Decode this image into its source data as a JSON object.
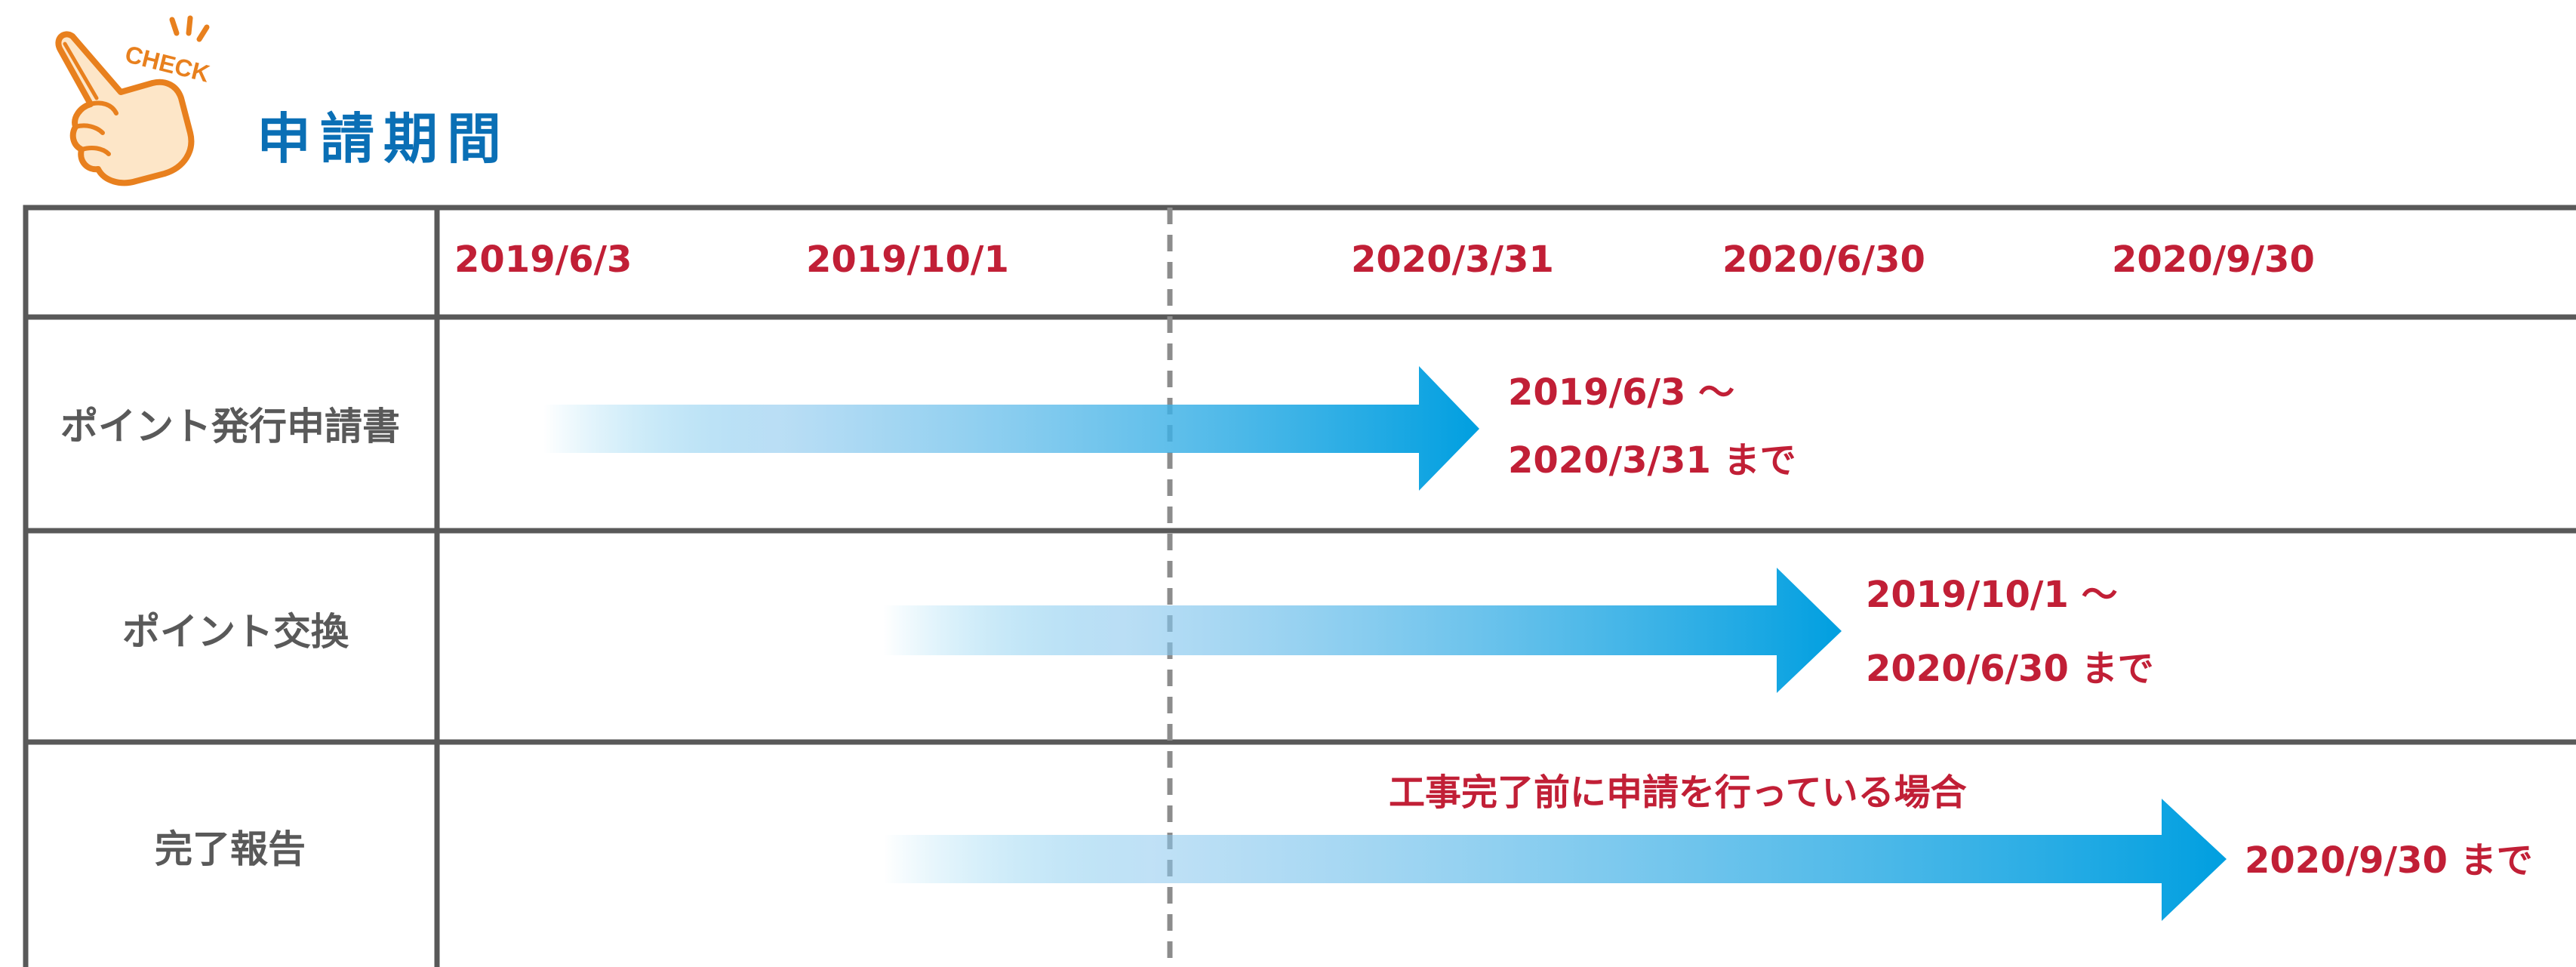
{
  "check_badge": {
    "text": "CHECK",
    "icon": "pointing-hand-icon"
  },
  "title": "申請期間",
  "dates": [
    "2019/6/3",
    "2019/10/1",
    "2020/3/31",
    "2020/6/30",
    "2020/9/30"
  ],
  "rows": [
    {
      "label": "ポイント発行申請書",
      "period_start": "2019/6/3 〜",
      "period_end": "2020/3/31 まで"
    },
    {
      "label": "ポイント交換",
      "period_start": "2019/10/1 〜",
      "period_end": "2020/6/30 まで"
    },
    {
      "label": "完了報告",
      "condition": "工事完了前に申請を行っている場合",
      "period_end": "2020/9/30 まで"
    }
  ],
  "colors": {
    "title": "#0a6fb5",
    "date": "#c11f36",
    "arrow": "#009fe0",
    "grid": "#595959",
    "icon": "#e8801e"
  }
}
